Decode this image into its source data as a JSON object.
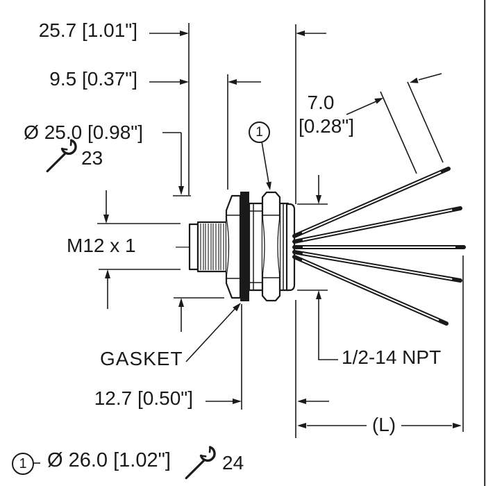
{
  "drawing": {
    "type": "technical-dimension-drawing",
    "labels": {
      "dim_flange_to_end": "25.7 [1.01\"]",
      "dim_stub_to_hex": "9.5 [0.37\"]",
      "dim_hex_diameter": "Ø 25.0 [0.98\"]",
      "wrench_front_size": "23",
      "dim_strip_mm": "7.0",
      "dim_strip_in": "[0.28\"]",
      "thread_label": "M12 x 1",
      "gasket_label": "GASKET",
      "dim_mount_length": "12.7 [0.50\"]",
      "npt_label": "1/2-14 NPT",
      "lead_length_label": "(L)",
      "callout_number": "1",
      "note_mount_nut_dia": "Ø 26.0 [1.02\"]",
      "wrench_mount_size": "24"
    },
    "icons": {
      "front_hex": "wrench-icon",
      "mount_nut": "wrench-icon"
    },
    "colors": {
      "line": "#1a1a1a",
      "background": "#ffffff",
      "gasket_fill": "#1a1a1a"
    }
  }
}
